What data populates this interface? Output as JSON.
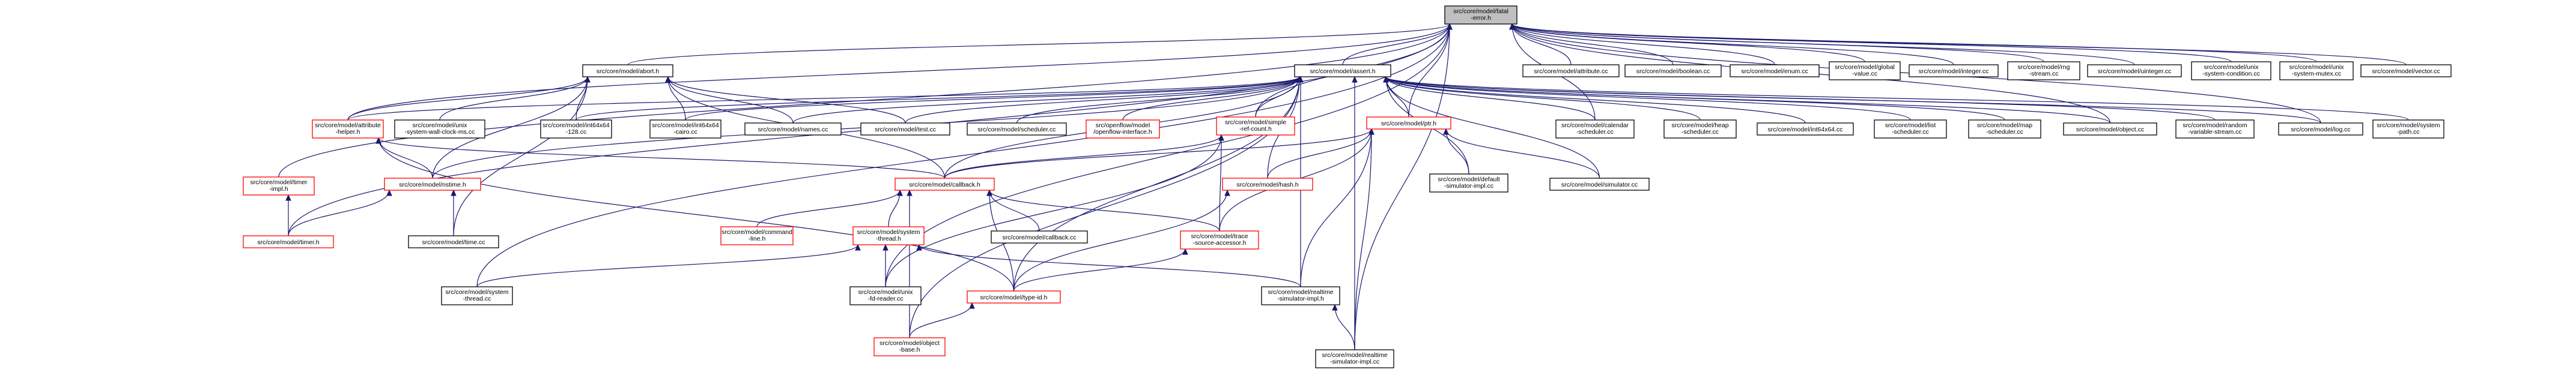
{
  "diagram": {
    "kind": "include-dependency-graph",
    "colors": {
      "edge": "#191970",
      "node_border": "#000000",
      "undocumented_border": "#ff0000",
      "root_fill": "#bfbfbf"
    },
    "nodes": [
      {
        "id": "fatal_error_h",
        "lines": [
          "src/core/model/fatal",
          "-error.h"
        ],
        "style": "root"
      },
      {
        "id": "abort_h",
        "lines": [
          "src/core/model/abort.h"
        ],
        "style": "black"
      },
      {
        "id": "assert_h",
        "lines": [
          "src/core/model/assert.h"
        ],
        "style": "black"
      },
      {
        "id": "attribute_cc",
        "lines": [
          "src/core/model/attribute.cc"
        ],
        "style": "black"
      },
      {
        "id": "boolean_cc",
        "lines": [
          "src/core/model/boolean.cc"
        ],
        "style": "black"
      },
      {
        "id": "enum_cc",
        "lines": [
          "src/core/model/enum.cc"
        ],
        "style": "black"
      },
      {
        "id": "global_value_cc",
        "lines": [
          "src/core/model/global",
          "-value.cc"
        ],
        "style": "black"
      },
      {
        "id": "integer_cc",
        "lines": [
          "src/core/model/integer.cc"
        ],
        "style": "black"
      },
      {
        "id": "rng_stream_cc",
        "lines": [
          "src/core/model/rng",
          "-stream.cc"
        ],
        "style": "black"
      },
      {
        "id": "uinteger_cc",
        "lines": [
          "src/core/model/uinteger.cc"
        ],
        "style": "black"
      },
      {
        "id": "unix_sys_cond_cc",
        "lines": [
          "src/core/model/unix",
          "-system-condition.cc"
        ],
        "style": "black"
      },
      {
        "id": "unix_sys_mutex_cc",
        "lines": [
          "src/core/model/unix",
          "-system-mutex.cc"
        ],
        "style": "black"
      },
      {
        "id": "vector_cc",
        "lines": [
          "src/core/model/vector.cc"
        ],
        "style": "black"
      },
      {
        "id": "attribute_helper_h",
        "lines": [
          "src/core/model/attribute",
          "-helper.h"
        ],
        "style": "red"
      },
      {
        "id": "unix_wall_clock_cc",
        "lines": [
          "src/core/model/unix",
          "-system-wall-clock-ms.cc"
        ],
        "style": "black"
      },
      {
        "id": "int64x64_128_cc",
        "lines": [
          "src/core/model/int64x64",
          "-128.cc"
        ],
        "style": "black"
      },
      {
        "id": "int64x64_cairo_cc",
        "lines": [
          "src/core/model/int64x64",
          "-cairo.cc"
        ],
        "style": "black"
      },
      {
        "id": "names_cc",
        "lines": [
          "src/core/model/names.cc"
        ],
        "style": "black"
      },
      {
        "id": "test_cc",
        "lines": [
          "src/core/model/test.cc"
        ],
        "style": "black"
      },
      {
        "id": "scheduler_cc",
        "lines": [
          "src/core/model/scheduler.cc"
        ],
        "style": "black"
      },
      {
        "id": "openflow_interface_h",
        "lines": [
          "src/openflow/model",
          "/openflow-interface.h"
        ],
        "style": "red"
      },
      {
        "id": "simple_ref_count_h",
        "lines": [
          "src/core/model/simple",
          "-ref-count.h"
        ],
        "style": "red"
      },
      {
        "id": "ptr_h",
        "lines": [
          "src/core/model/ptr.h"
        ],
        "style": "red"
      },
      {
        "id": "calendar_scheduler_cc",
        "lines": [
          "src/core/model/calendar",
          "-scheduler.cc"
        ],
        "style": "black"
      },
      {
        "id": "heap_scheduler_cc",
        "lines": [
          "src/core/model/heap",
          "-scheduler.cc"
        ],
        "style": "black"
      },
      {
        "id": "int64x64_cc",
        "lines": [
          "src/core/model/int64x64.cc"
        ],
        "style": "black"
      },
      {
        "id": "list_scheduler_cc",
        "lines": [
          "src/core/model/list",
          "-scheduler.cc"
        ],
        "style": "black"
      },
      {
        "id": "map_scheduler_cc",
        "lines": [
          "src/core/model/map",
          "-scheduler.cc"
        ],
        "style": "black"
      },
      {
        "id": "object_cc",
        "lines": [
          "src/core/model/object.cc"
        ],
        "style": "black"
      },
      {
        "id": "random_variable_stream_cc",
        "lines": [
          "src/core/model/random",
          "-variable-stream.cc"
        ],
        "style": "black"
      },
      {
        "id": "log_cc",
        "lines": [
          "src/core/model/log.cc"
        ],
        "style": "black"
      },
      {
        "id": "system_path_cc",
        "lines": [
          "src/core/model/system",
          "-path.cc"
        ],
        "style": "black"
      },
      {
        "id": "timer_impl_h",
        "lines": [
          "src/core/model/timer",
          "-impl.h"
        ],
        "style": "red"
      },
      {
        "id": "nstime_h",
        "lines": [
          "src/core/model/nstime.h"
        ],
        "style": "red"
      },
      {
        "id": "callback_h",
        "lines": [
          "src/core/model/callback.h"
        ],
        "style": "red"
      },
      {
        "id": "hash_h",
        "lines": [
          "src/core/model/hash.h"
        ],
        "style": "red"
      },
      {
        "id": "default_sim_impl_cc",
        "lines": [
          "src/core/model/default",
          "-simulator-impl.cc"
        ],
        "style": "black"
      },
      {
        "id": "simulator_cc",
        "lines": [
          "src/core/model/simulator.cc"
        ],
        "style": "black"
      },
      {
        "id": "timer_h",
        "lines": [
          "src/core/model/timer.h"
        ],
        "style": "red"
      },
      {
        "id": "time_cc",
        "lines": [
          "src/core/model/time.cc"
        ],
        "style": "black"
      },
      {
        "id": "command_line_h",
        "lines": [
          "src/core/model/command",
          "-line.h"
        ],
        "style": "red"
      },
      {
        "id": "system_thread_h",
        "lines": [
          "src/core/model/system",
          "-thread.h"
        ],
        "style": "red"
      },
      {
        "id": "callback_cc",
        "lines": [
          "src/core/model/callback.cc"
        ],
        "style": "black"
      },
      {
        "id": "trace_source_accessor_h",
        "lines": [
          "src/core/model/trace",
          "-source-accessor.h"
        ],
        "style": "red"
      },
      {
        "id": "system_thread_cc",
        "lines": [
          "src/core/model/system",
          "-thread.cc"
        ],
        "style": "black"
      },
      {
        "id": "unix_fd_reader_cc",
        "lines": [
          "src/core/model/unix",
          "-fd-reader.cc"
        ],
        "style": "black"
      },
      {
        "id": "type_id_h",
        "lines": [
          "src/core/model/type-id.h"
        ],
        "style": "red"
      },
      {
        "id": "realtime_sim_impl_h",
        "lines": [
          "src/core/model/realtime",
          "-simulator-impl.h"
        ],
        "style": "black"
      },
      {
        "id": "object_base_h",
        "lines": [
          "src/core/model/object",
          "-base.h"
        ],
        "style": "red"
      },
      {
        "id": "realtime_sim_impl_cc",
        "lines": [
          "src/core/model/realtime",
          "-simulator-impl.cc"
        ],
        "style": "black"
      }
    ]
  }
}
